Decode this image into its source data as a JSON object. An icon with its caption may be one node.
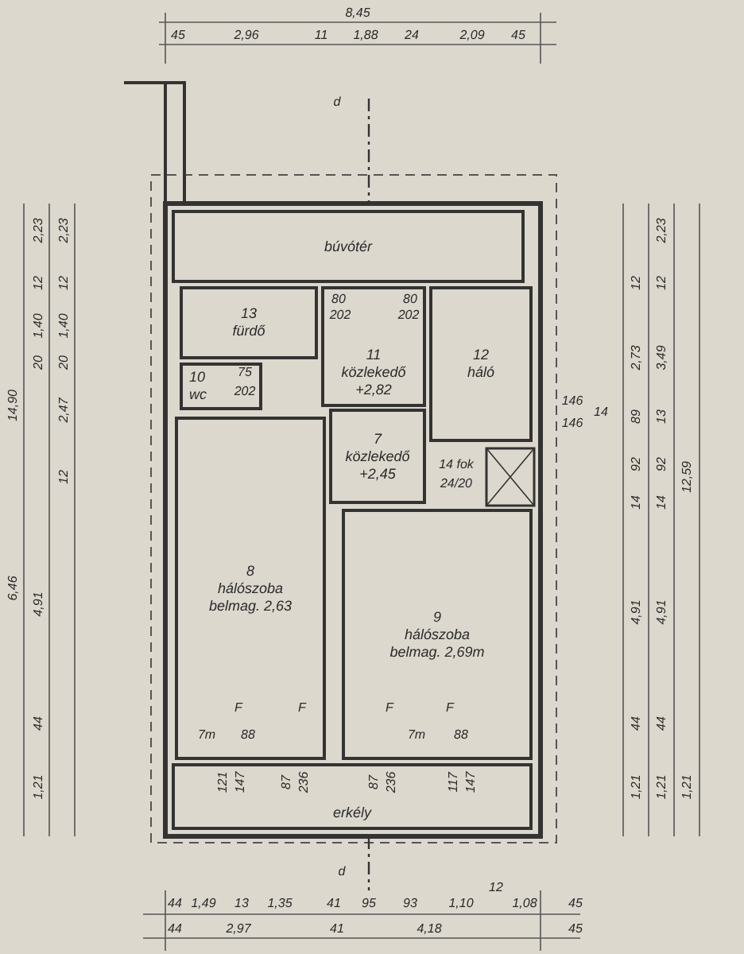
{
  "diagram": {
    "nodes": [
      {
        "text": [
          "búvótér"
        ]
      },
      {
        "text": [
          "13",
          "fürdő"
        ]
      },
      {
        "text": [
          "11",
          "közlekedő",
          "+2,82"
        ]
      },
      {
        "text": [
          "12",
          "háló"
        ]
      },
      {
        "text": [
          "10",
          "wc"
        ]
      },
      {
        "text": [
          "7",
          "közlekedő",
          "+2,45"
        ]
      },
      {
        "text": [
          "8",
          "hálószoba",
          "belmag. 2,63"
        ]
      },
      {
        "text": [
          "9",
          "hálószoba",
          "belmag. 2,69m"
        ]
      },
      {
        "text": [
          "erkély"
        ]
      }
    ],
    "edges": [],
    "labels": [
      "8,45",
      "45",
      "2,96",
      "11",
      "1,88",
      "24",
      "2,09",
      "45",
      "d",
      "2,23",
      "2,23",
      "12",
      "12",
      "1,40",
      "1,40",
      "20",
      "20",
      "14,90",
      "2,47",
      "12",
      "6,46",
      "4,91",
      "44",
      "1,21",
      "2,23",
      "12",
      "12",
      "2,73",
      "3,49",
      "146",
      "146",
      "14",
      "89",
      "13",
      "92",
      "92",
      "14",
      "14",
      "12,59",
      "4,91",
      "4,91",
      "44",
      "44",
      "1,21",
      "1,21",
      "1,21",
      "80",
      "202",
      "80",
      "202",
      "75",
      "202",
      "14 fok",
      "24/20",
      "F",
      "F",
      "F",
      "F",
      "7m",
      "88",
      "7m",
      "88",
      "121",
      "147",
      "87",
      "236",
      "87",
      "236",
      "117",
      "147",
      "d",
      "44",
      "1,49",
      "13",
      "1,35",
      "41",
      "95",
      "93",
      "1,10",
      "12",
      "1,08",
      "45",
      "44",
      "2,97",
      "41",
      "4,18",
      "45"
    ]
  }
}
